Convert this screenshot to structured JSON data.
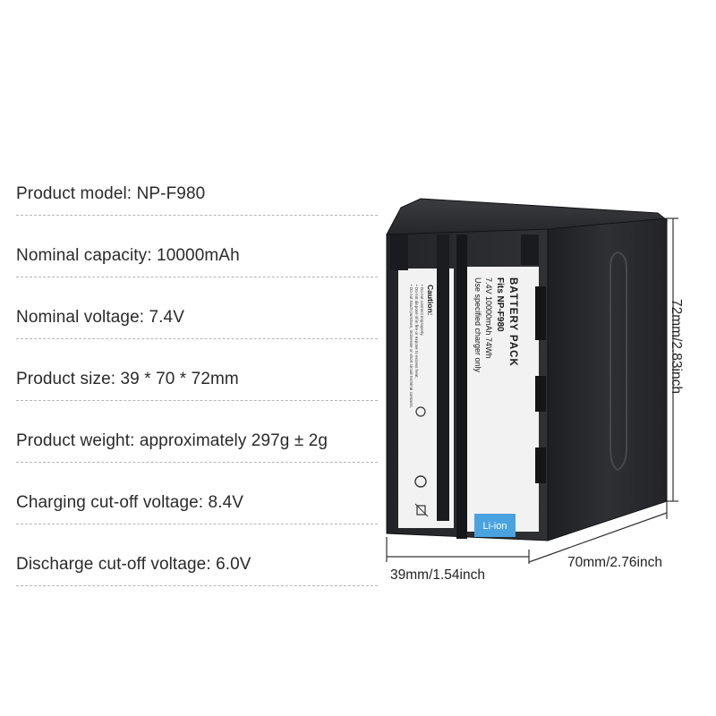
{
  "specs": [
    {
      "text": "Product model: NP-F980"
    },
    {
      "text": "Nominal capacity: 10000mAh"
    },
    {
      "text": "Nominal voltage: 7.4V"
    },
    {
      "text": "Product size: 39 * 70 * 72mm"
    },
    {
      "text": "Product weight: approximately 297g ± 2g"
    },
    {
      "text": "Charging cut-off voltage: 8.4V"
    },
    {
      "text": "Discharge cut-off voltage: 6.0V"
    }
  ],
  "dimensions": {
    "width": "39mm/1.54inch",
    "depth": "70mm/2.76inch",
    "height": "72mm/2.83inch"
  },
  "battery_label": {
    "title": "BATTERY PACK",
    "fits": "Fits NP-F980",
    "rating": "7.4V  10000mAh  74Wh",
    "charger": "Use specified charger only",
    "caution_title": "Caution:",
    "caution_1": "• Do not connect improperly.",
    "caution_2": "• Do not dispose of in fire or expose to excess heat.",
    "caution_3": "• Do not touch puncture, incinerate or short circuit terminal contacts.",
    "badge": "Li-ion"
  },
  "colors": {
    "battery_body": "#2a2b2e",
    "label_background": "#f4f4f4",
    "li_ion_badge": "#4aa3df"
  }
}
